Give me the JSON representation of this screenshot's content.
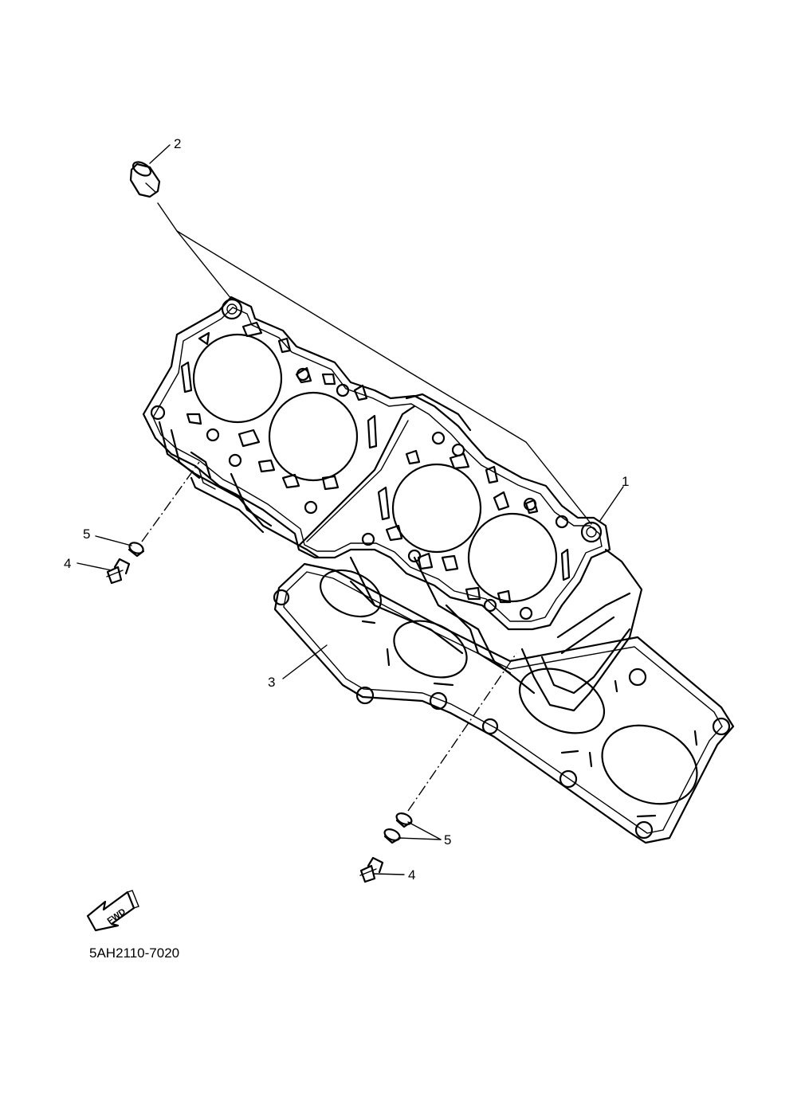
{
  "callouts": {
    "c1": "1",
    "c2": "2",
    "c3": "3",
    "c4a": "4",
    "c4b": "4",
    "c5a": "5",
    "c5b": "5"
  },
  "fwd_label": "FWD",
  "drawing_code": "5AH2110-7020"
}
